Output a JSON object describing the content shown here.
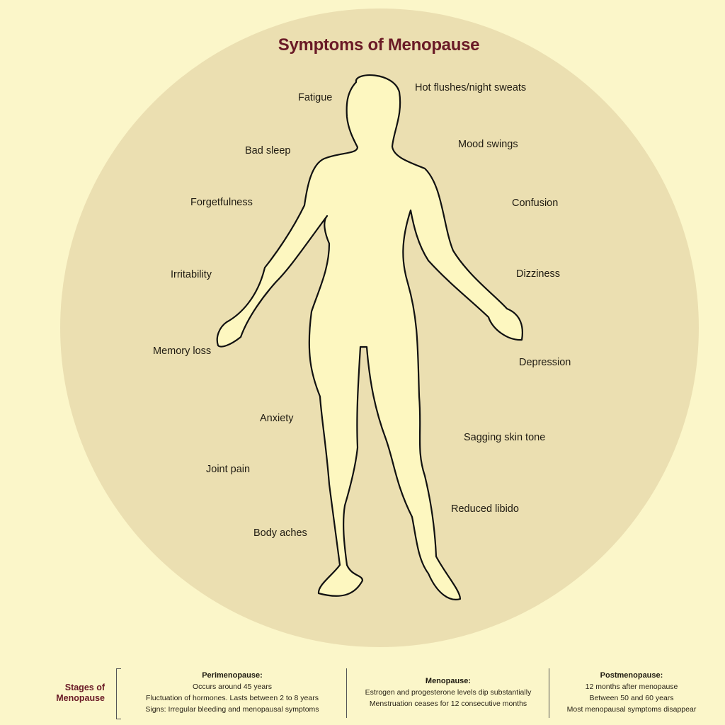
{
  "title": "Symptoms of Menopause",
  "symptoms": {
    "left": [
      "Fatigue",
      "Bad sleep",
      "Forgetfulness",
      "Irritability",
      "Memory loss",
      "Anxiety",
      "Joint pain",
      "Body aches"
    ],
    "right": [
      "Hot flushes/night sweats",
      "Mood swings",
      "Confusion",
      "Dizziness",
      "Depression",
      "Sagging skin tone",
      "Reduced libido"
    ]
  },
  "stages": {
    "label": "Stages of Menopause",
    "items": [
      {
        "title": "Perimenopause:",
        "lines": [
          "Occurs around 45 years",
          "Fluctuation of hormones. Lasts between 2 to 8 years",
          "Signs: Irregular bleeding and menopausal symptoms"
        ]
      },
      {
        "title": "Menopause:",
        "lines": [
          "Estrogen and progesterone levels dip substantially",
          "Menstruation ceases for 12 consecutive months"
        ]
      },
      {
        "title": "Postmenopause:",
        "lines": [
          "12 months after menopause",
          "Between 50 and 60 years",
          "Most menopausal symptoms disappear"
        ]
      }
    ]
  },
  "colors": {
    "background": "#fbf6c9",
    "circle": "#ebdfb1",
    "figure_fill": "#fdf7c0",
    "title": "#6a1a26"
  },
  "icons": [
    "human-body-outline"
  ]
}
